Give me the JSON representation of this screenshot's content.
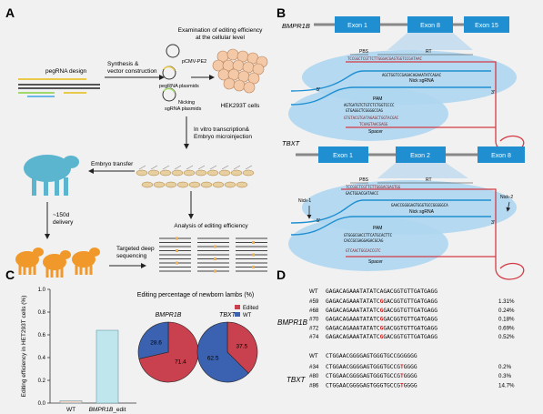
{
  "panels": {
    "a": "A",
    "b": "B",
    "c": "C",
    "d": "D"
  },
  "panel_a": {
    "pegrna_design": "pegRNA design",
    "synthesis": [
      "Synthesis &",
      "vector construction"
    ],
    "exam": [
      "Examination of editing efficiency",
      "at the cellular level"
    ],
    "pcmv": "pCMV-PE2",
    "pegrna_plasmids": "pegRNA plasmids",
    "nicking": [
      "Nicking",
      "sgRNA plasmids"
    ],
    "hek": "HEK293T cells",
    "ivt": [
      "In vitro transcription&",
      "Embryo microinjection"
    ],
    "embryo_transfer": "Embryo transfer",
    "delivery": [
      "~150d",
      "delivery"
    ],
    "analysis": "Analysis of editing efficiency",
    "targeted": [
      "Targeted deep",
      "sequencing"
    ]
  },
  "panel_b": {
    "gene1": "BMPR1B",
    "gene1_exons": [
      "Exon 1",
      "Exon 8",
      "Exon 15"
    ],
    "gene2": "TBXT",
    "gene2_exons": [
      "Exon 1",
      "Exon 2",
      "Exon 8"
    ],
    "pbs": "PBS",
    "rt": "RT",
    "nick_sgrna": "Nick sgRNA",
    "pam": "PAM",
    "spacer": "Spacer",
    "nick1": "Nick-1",
    "nick2": "Nick-2",
    "p5": "5'",
    "p3": "3'",
    "seq_b1": [
      "TCCGGCTCGTTCTTGGGACGAGTGGTCCGATAAC",
      "AGCTGGTCCGAGACAGAAATATCAGAC",
      "AGTGATGTCTGTCTCTGGTCCCC",
      "GTGAGGCTCGGGGCCAG",
      "GTGTACGTGATAGAGCTGGTACGAC",
      "TCAAGTAACGAGG"
    ],
    "seq_b2": [
      "TCCGGCTCGTTCTTGGGACGAGTGG",
      "GACTGGACGATAACC",
      "GAACCGGGGAGTGGGTGCCGGGGGCA",
      "GTGGGCGACCTTCATGCACTTC",
      "CACCGCGAGGAGACGCAG",
      "GTCAACTGGCACCGTC"
    ]
  },
  "chart_data": [
    {
      "type": "bar",
      "categories": [
        "WT",
        "BMPR1B_edit"
      ],
      "values": [
        0.02,
        0.64
      ],
      "ylabel": "Editing efficiency in HET293T cells (%)",
      "ylim": [
        0,
        1.0
      ],
      "yticks": [
        "0.0",
        "0.2",
        "0.4",
        "0.6",
        "0.8",
        "1.0"
      ],
      "bar_colors": [
        "#f7d6c4",
        "#bfe6ec"
      ]
    },
    {
      "type": "pie",
      "title": "Editing percentage of newborn lambs (%)",
      "legend": [
        "Edited",
        "WT"
      ],
      "colors": {
        "Edited": "#c9414e",
        "WT": "#3b62b0"
      },
      "pies": [
        {
          "name": "BMPR1B",
          "Edited": 71.4,
          "WT": 28.6
        },
        {
          "name": "TBXT",
          "Edited": 37.5,
          "WT": 62.5
        }
      ]
    }
  ],
  "panel_d": {
    "gene1": "BMPR1B",
    "wt1": {
      "id": "WT",
      "pre": "GAGACAGAAATATATC",
      "mid": "A",
      "post": "GACGGTGTTGATGAGG"
    },
    "rows1": [
      {
        "id": "#59",
        "pre": "GAGACAGAAATATATC",
        "mid": "G",
        "post": "GACGGTGTTGATGAGG",
        "pct": "1.31%"
      },
      {
        "id": "#68",
        "pre": "GAGACAGAAATATATC",
        "mid": "G",
        "post": "GACGGTGTTGATGAGG",
        "pct": "0.24%"
      },
      {
        "id": "#70",
        "pre": "GAGACAGAAATATATC",
        "mid": "G",
        "post": "GACGGTGTTGATGAGG",
        "pct": "0.18%"
      },
      {
        "id": "#72",
        "pre": "GAGACAGAAATATATC",
        "mid": "G",
        "post": "GACGGTGTTGATGAGG",
        "pct": "0.69%"
      },
      {
        "id": "#74",
        "pre": "GAGACAGAAATATATC",
        "mid": "G",
        "post": "GACGGTGTTGATGAGG",
        "pct": "0.52%"
      }
    ],
    "gene2": "TBXT",
    "wt2": {
      "id": "WT",
      "pre": "CTGGAACGGGGAGTGGGTGCCG",
      "mid": "G",
      "post": "GGGG"
    },
    "rows2": [
      {
        "id": "#34",
        "pre": "CTGGAACGGGGAGTGGGTGCCG",
        "mid": "T",
        "post": "GGGG",
        "pct": "0.2%"
      },
      {
        "id": "#80",
        "pre": "CTGGAACGGGGAGTGGGTGCCG",
        "mid": "T",
        "post": "GGGG",
        "pct": "0.3%"
      },
      {
        "id": "#86",
        "pre": "CTGGAACGGGGAGTGGGTGCCG",
        "mid": "T",
        "post": "GGGG",
        "pct": "14.7%"
      }
    ]
  }
}
